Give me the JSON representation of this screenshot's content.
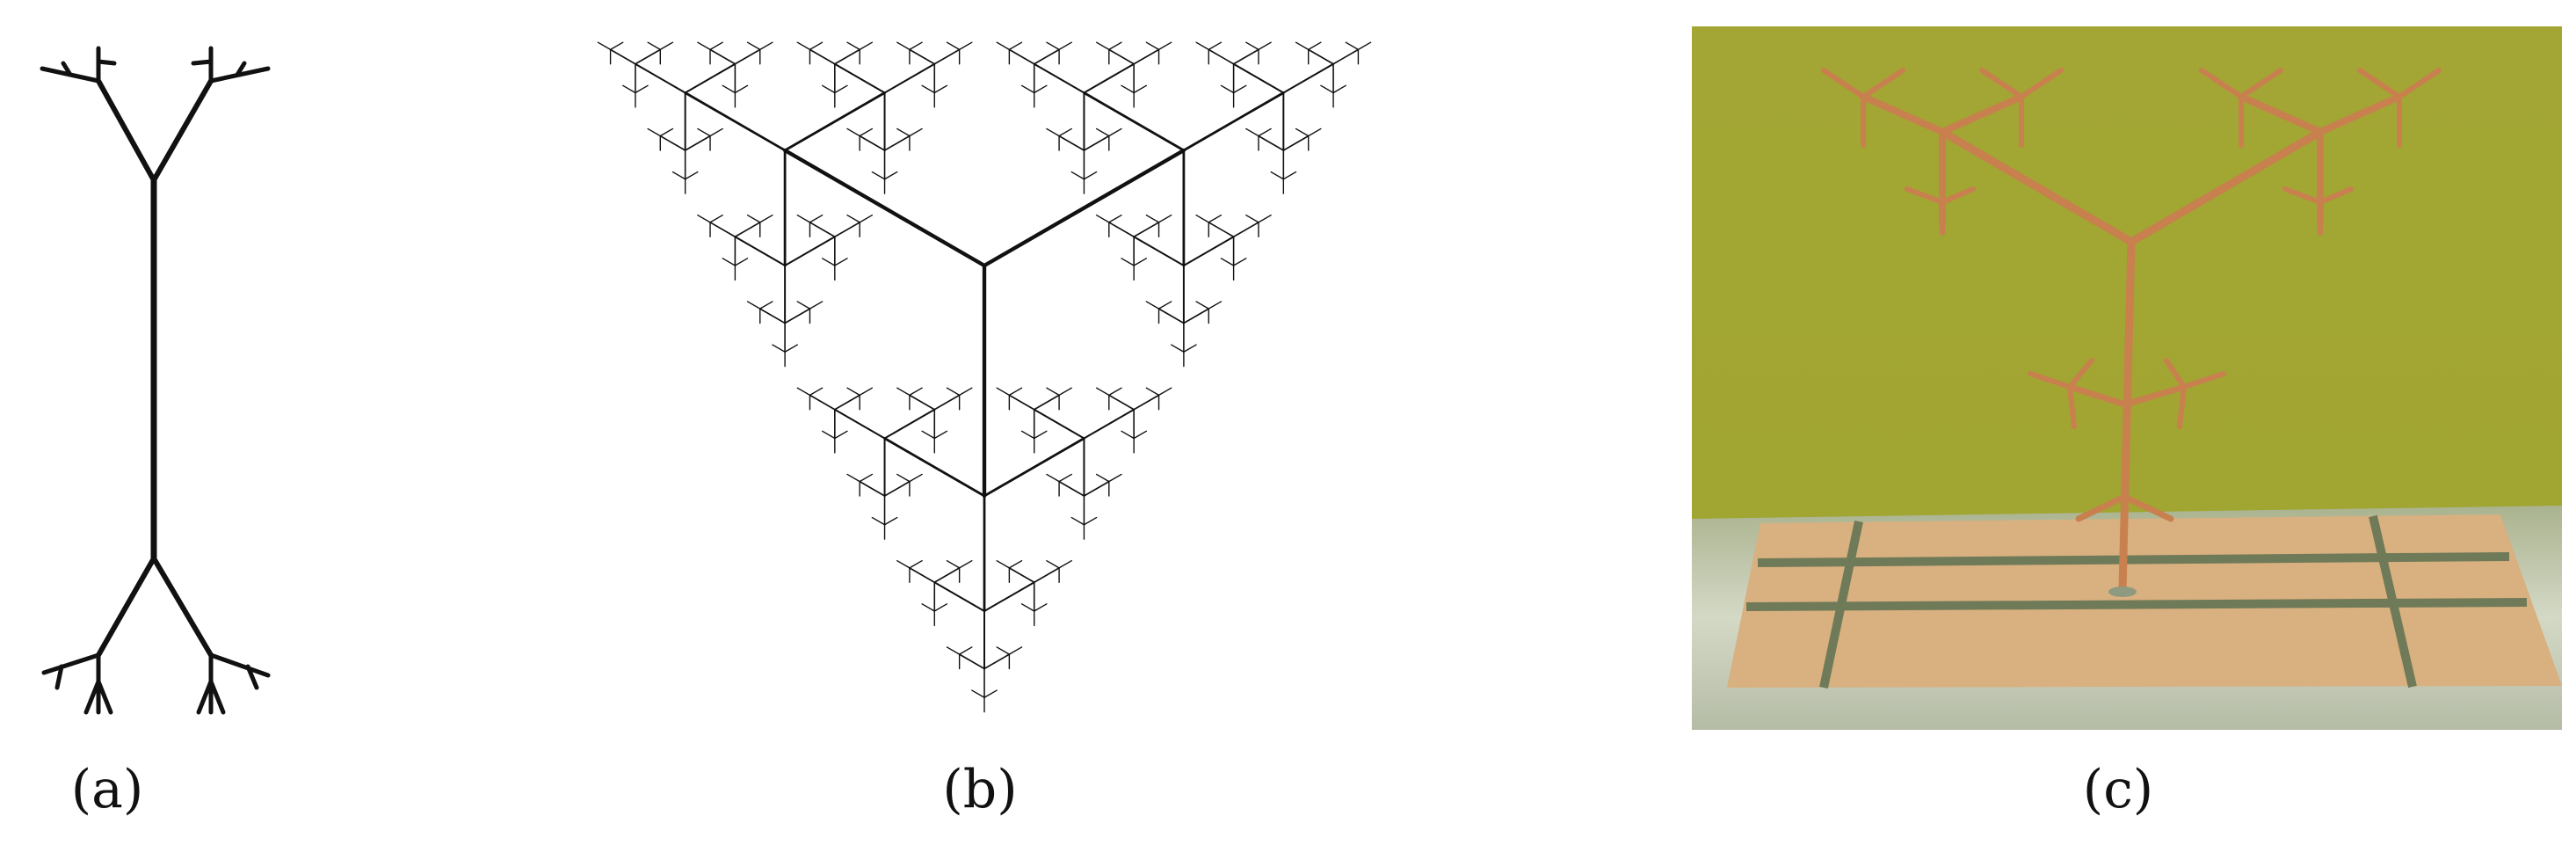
{
  "figure": {
    "panels": [
      {
        "id": "a",
        "label": "(a)"
      },
      {
        "id": "b",
        "label": "(b)"
      },
      {
        "id": "c",
        "label": "(c)"
      }
    ]
  },
  "colors": {
    "ink": "#111111",
    "photo_background": "#a2a632",
    "copper": "#c8804e",
    "board": "#d9b080",
    "foil": "#c6cdb7"
  }
}
